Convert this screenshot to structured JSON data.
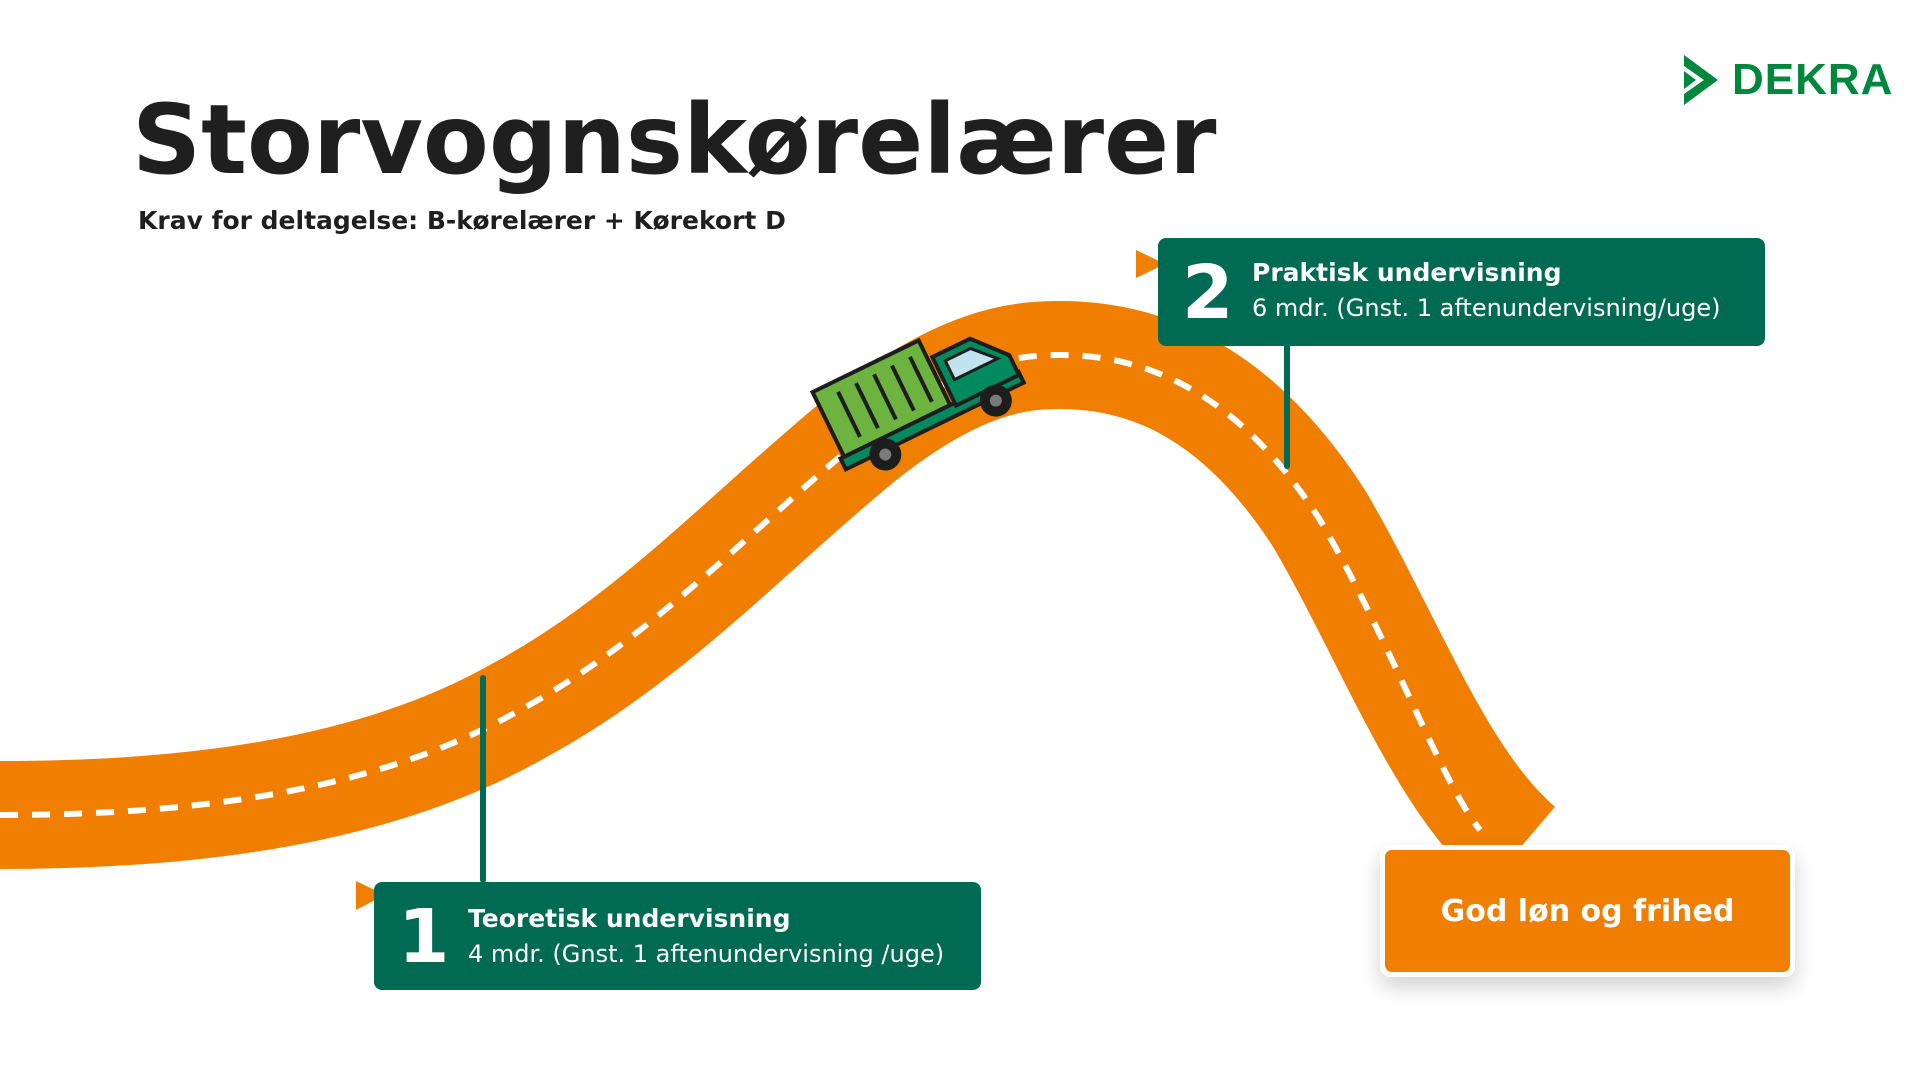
{
  "title": "Storvognskørelærer",
  "subtitle": "Krav for deltagelse: B-kørelærer + Kørekort D",
  "logo": {
    "text": "DEKRA",
    "icon": "dekra-arrow-icon",
    "color": "#00873e"
  },
  "steps": [
    {
      "number": "1",
      "heading": "Teoretisk undervisning",
      "description": "4 mdr. (Gnst. 1 aftenundervisning /uge)"
    },
    {
      "number": "2",
      "heading": "Praktisk undervisning",
      "description": "6 mdr. (Gnst. 1 aftenundervisning/uge)"
    }
  ],
  "goal": {
    "label": "God løn og frihed"
  },
  "icons": {
    "vehicle": "truck-icon",
    "flag": "flag-marker-icon"
  },
  "colors": {
    "road": "#f07e00",
    "box": "#006b52",
    "truck_cargo": "#6cb33f",
    "truck_cab": "#008a5e",
    "dashes": "#ffffff"
  }
}
